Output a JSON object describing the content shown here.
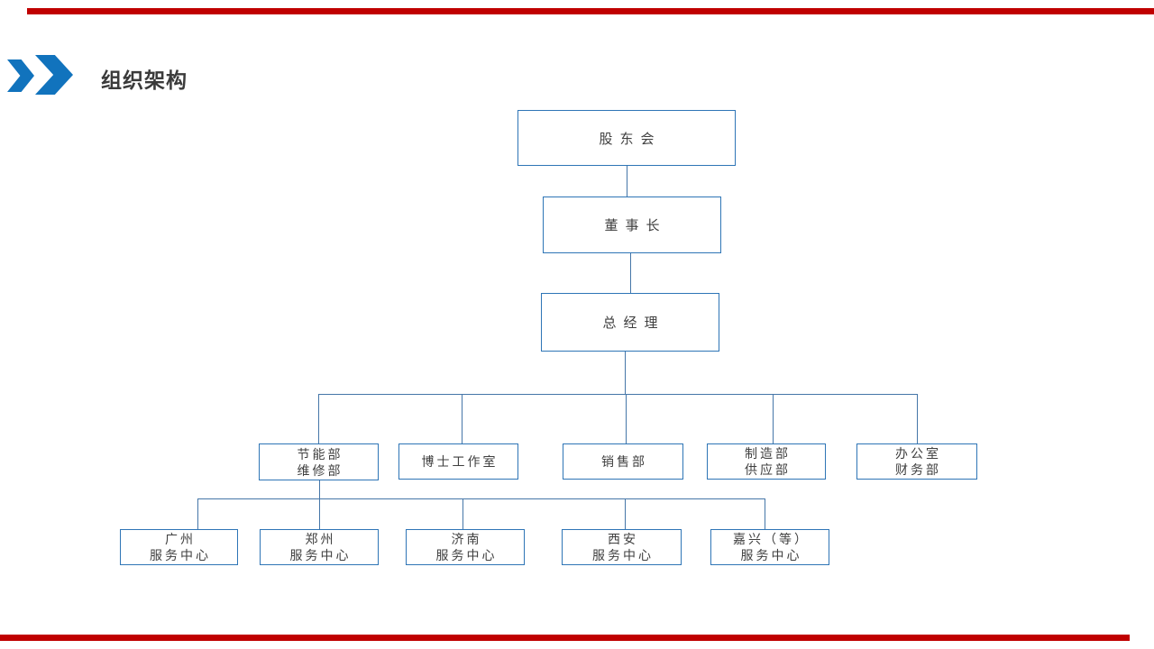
{
  "header": {
    "title": "组织架构"
  },
  "colors": {
    "accent_red": "#C00000",
    "chevron_blue": "#1173BD",
    "box_border_blue": "#2E75B6",
    "connector_blue": "#4576A8",
    "title_text": "#3B3B3B",
    "node_text": "#404040"
  },
  "org": {
    "nodes": {
      "shareholders": {
        "lines": [
          "股东会"
        ]
      },
      "chairman": {
        "lines": [
          "董事长"
        ]
      },
      "general-manager": {
        "lines": [
          "总经理"
        ]
      },
      "energy-maintenance": {
        "lines": [
          "节能部",
          "维修部"
        ]
      },
      "doctor-studio": {
        "lines": [
          "博士工作室"
        ]
      },
      "sales": {
        "lines": [
          "销售部"
        ]
      },
      "manufacturing-supply": {
        "lines": [
          "制造部",
          "供应部"
        ]
      },
      "office-finance": {
        "lines": [
          "办公室",
          "财务部"
        ]
      },
      "guangzhou": {
        "lines": [
          "广州",
          "服务中心"
        ]
      },
      "zhengzhou": {
        "lines": [
          "郑州",
          "服务中心"
        ]
      },
      "jinan": {
        "lines": [
          "济南",
          "服务中心"
        ]
      },
      "xian": {
        "lines": [
          "西安",
          "服务中心"
        ]
      },
      "jiaxing": {
        "lines": [
          "嘉兴（等）",
          "服务中心"
        ]
      }
    }
  }
}
